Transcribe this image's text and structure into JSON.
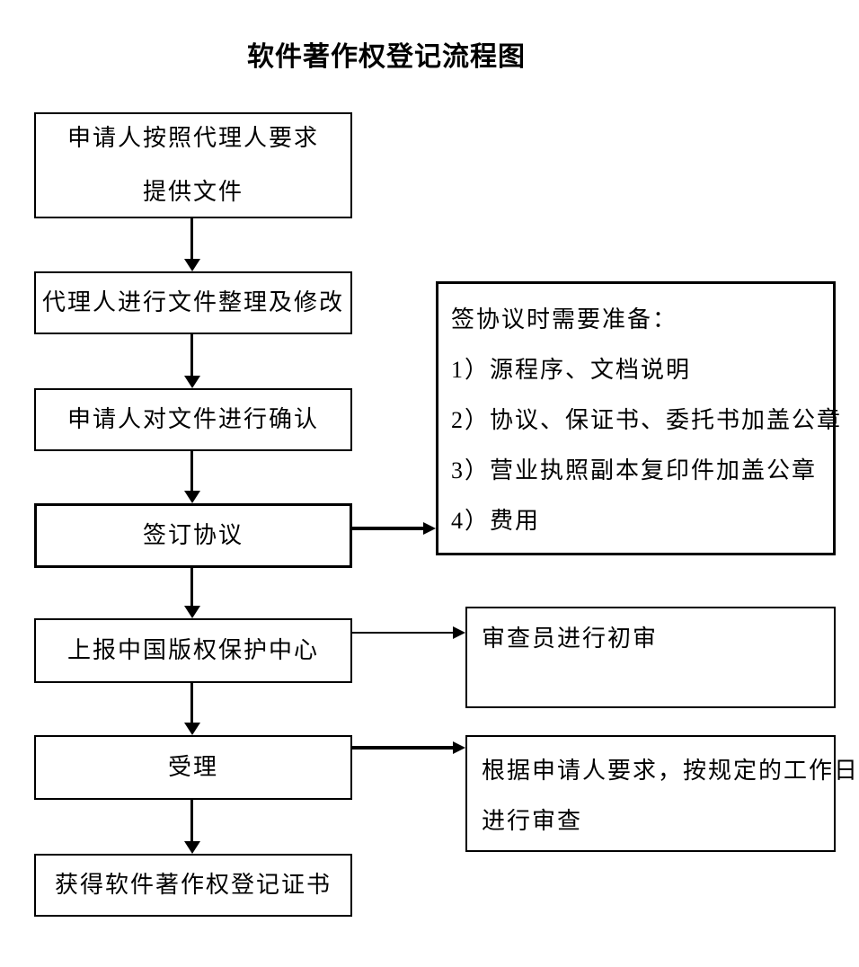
{
  "diagram": {
    "title": "软件著作权登记流程图",
    "steps": [
      {
        "id": "provide-documents",
        "lines": [
          "申请人按照代理人要求",
          "提供文件"
        ]
      },
      {
        "id": "agent-organize",
        "lines": [
          "代理人进行文件整理及修改"
        ]
      },
      {
        "id": "applicant-confirm",
        "lines": [
          "申请人对文件进行确认"
        ]
      },
      {
        "id": "sign-agreement",
        "lines": [
          "签订协议"
        ]
      },
      {
        "id": "submit-to-center",
        "lines": [
          "上报中国版权保护中心"
        ]
      },
      {
        "id": "acceptance",
        "lines": [
          "受理"
        ]
      },
      {
        "id": "obtain-certificate",
        "lines": [
          "获得软件著作权登记证书"
        ]
      }
    ],
    "side_notes": [
      {
        "id": "agreement-preparation",
        "lines": [
          "签协议时需要准备：",
          "1）源程序、文档说明",
          "2）协议、保证书、委托书加盖公章",
          "3）营业执照副本复印件加盖公章",
          "4）费用"
        ]
      },
      {
        "id": "preliminary-review",
        "lines": [
          "审查员进行初审"
        ]
      },
      {
        "id": "review-schedule",
        "lines": [
          "根据申请人要求，按规定的工作日",
          "进行审查"
        ]
      }
    ],
    "colors": {
      "background": "#ffffff",
      "line": "#000000",
      "text": "#000000"
    }
  }
}
